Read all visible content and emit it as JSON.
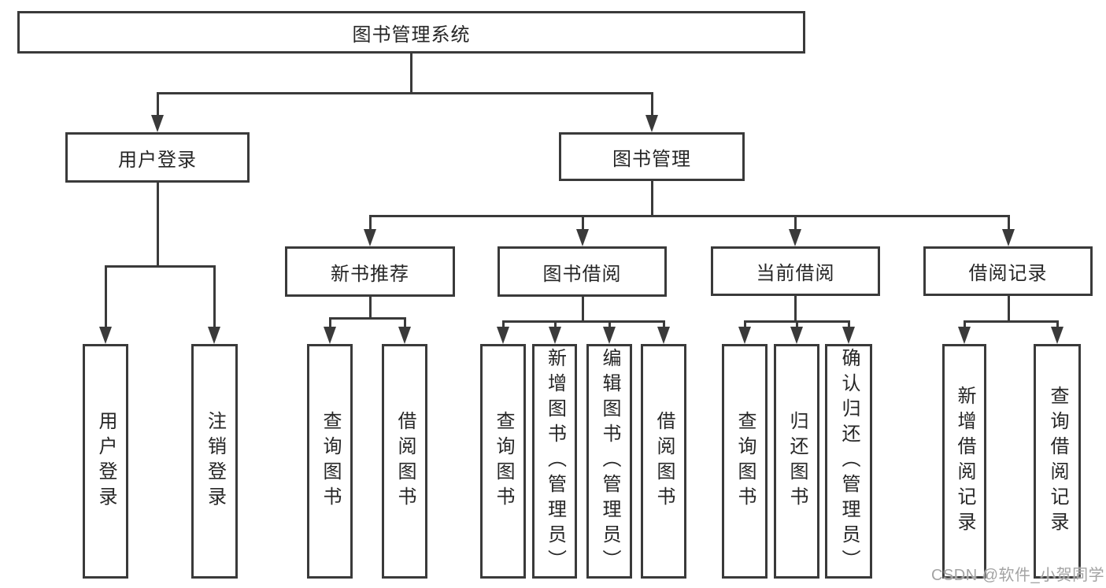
{
  "tree": {
    "root": "图书管理系统",
    "children": [
      {
        "label": "用户登录",
        "children": [
          {
            "label": "用户登录"
          },
          {
            "label": "注销登录"
          }
        ]
      },
      {
        "label": "图书管理",
        "children": [
          {
            "label": "新书推荐",
            "children": [
              {
                "label": "查询图书"
              },
              {
                "label": "借阅图书"
              }
            ]
          },
          {
            "label": "图书借阅",
            "children": [
              {
                "label": "查询图书"
              },
              {
                "label": "新增图书（管理员）"
              },
              {
                "label": "编辑图书（管理员）"
              },
              {
                "label": "借阅图书"
              }
            ]
          },
          {
            "label": "当前借阅",
            "children": [
              {
                "label": "查询图书"
              },
              {
                "label": "归还图书"
              },
              {
                "label": "确认归还（管理员）"
              }
            ]
          },
          {
            "label": "借阅记录",
            "children": [
              {
                "label": "新增借阅记录"
              },
              {
                "label": "查询借阅记录"
              }
            ]
          }
        ]
      }
    ]
  },
  "watermark": {
    "text": "CSDN @软件_小贺同学"
  },
  "colors": {
    "stroke": "#3a3a3a",
    "text": "#262626",
    "watermark": "#a3a3a3",
    "background": "#ffffff"
  }
}
